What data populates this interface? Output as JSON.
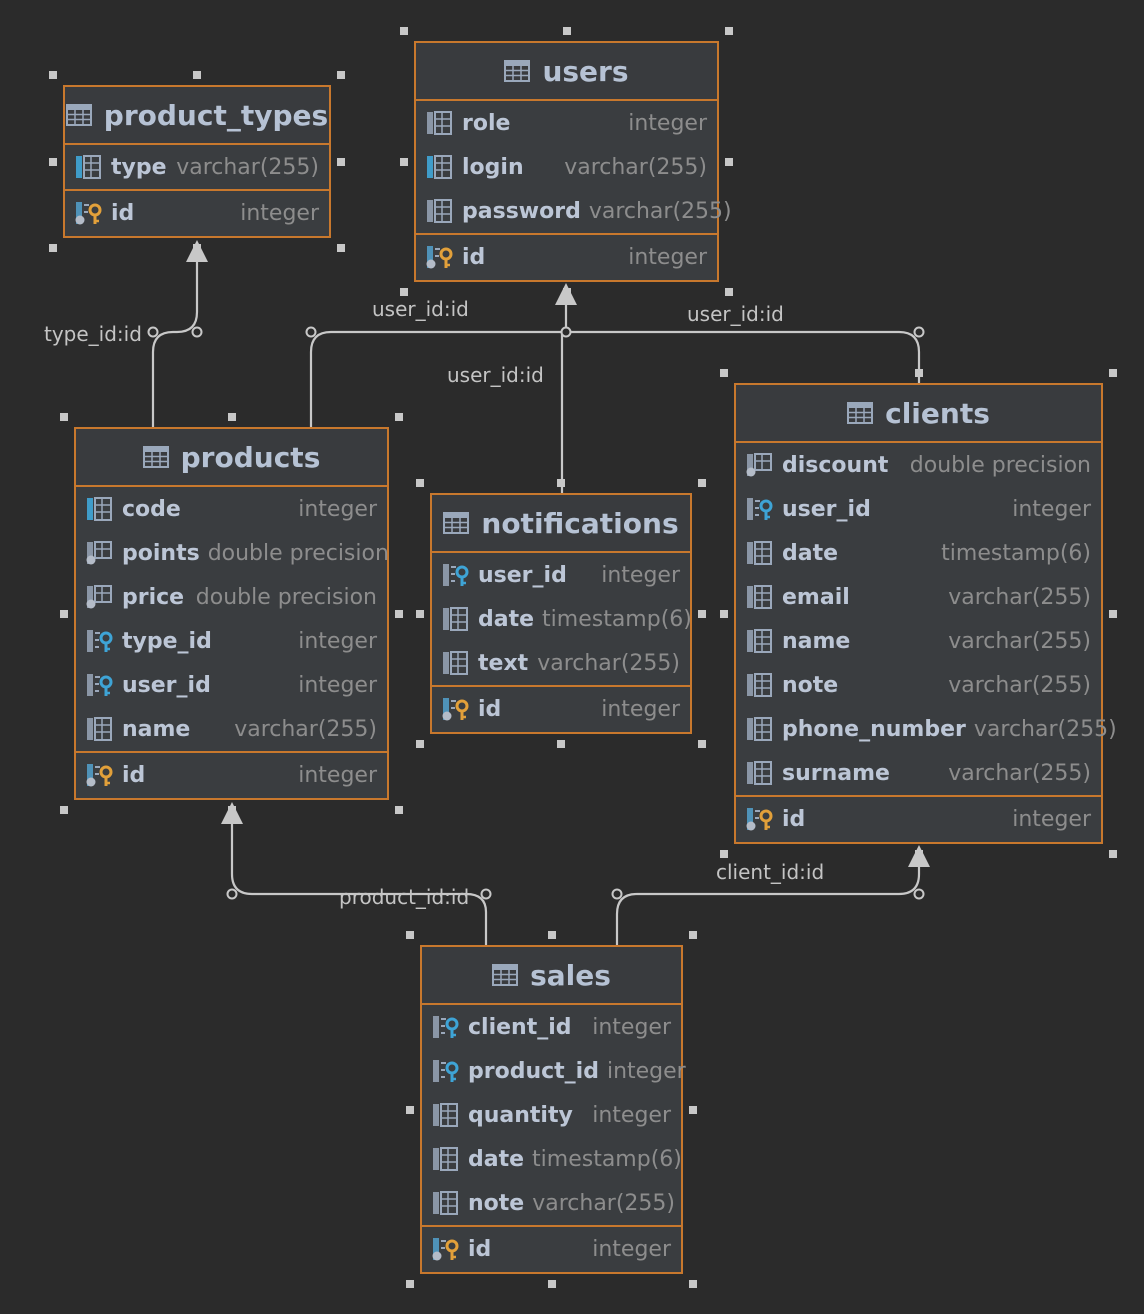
{
  "tables": {
    "product_types": {
      "name": "product_types",
      "columns": [
        {
          "name": "type",
          "type": "varchar(255)",
          "kind": "col-strong"
        }
      ],
      "pk": {
        "name": "id",
        "type": "integer"
      }
    },
    "users": {
      "name": "users",
      "columns": [
        {
          "name": "role",
          "type": "integer",
          "kind": "col"
        },
        {
          "name": "login",
          "type": "varchar(255)",
          "kind": "col-strong"
        },
        {
          "name": "password",
          "type": "varchar(255)",
          "kind": "col"
        }
      ],
      "pk": {
        "name": "id",
        "type": "integer"
      }
    },
    "products": {
      "name": "products",
      "columns": [
        {
          "name": "code",
          "type": "integer",
          "kind": "col-strong"
        },
        {
          "name": "points",
          "type": "double precision",
          "kind": "col-dot"
        },
        {
          "name": "price",
          "type": "double precision",
          "kind": "col-dot"
        },
        {
          "name": "type_id",
          "type": "integer",
          "kind": "fk"
        },
        {
          "name": "user_id",
          "type": "integer",
          "kind": "fk"
        },
        {
          "name": "name",
          "type": "varchar(255)",
          "kind": "col"
        }
      ],
      "pk": {
        "name": "id",
        "type": "integer"
      }
    },
    "notifications": {
      "name": "notifications",
      "columns": [
        {
          "name": "user_id",
          "type": "integer",
          "kind": "fk"
        },
        {
          "name": "date",
          "type": "timestamp(6)",
          "kind": "col"
        },
        {
          "name": "text",
          "type": "varchar(255)",
          "kind": "col"
        }
      ],
      "pk": {
        "name": "id",
        "type": "integer"
      }
    },
    "clients": {
      "name": "clients",
      "columns": [
        {
          "name": "discount",
          "type": "double precision",
          "kind": "col-dot"
        },
        {
          "name": "user_id",
          "type": "integer",
          "kind": "fk"
        },
        {
          "name": "date",
          "type": "timestamp(6)",
          "kind": "col"
        },
        {
          "name": "email",
          "type": "varchar(255)",
          "kind": "col"
        },
        {
          "name": "name",
          "type": "varchar(255)",
          "kind": "col"
        },
        {
          "name": "note",
          "type": "varchar(255)",
          "kind": "col"
        },
        {
          "name": "phone_number",
          "type": "varchar(255)",
          "kind": "col"
        },
        {
          "name": "surname",
          "type": "varchar(255)",
          "kind": "col"
        }
      ],
      "pk": {
        "name": "id",
        "type": "integer"
      }
    },
    "sales": {
      "name": "sales",
      "columns": [
        {
          "name": "client_id",
          "type": "integer",
          "kind": "fk"
        },
        {
          "name": "product_id",
          "type": "integer",
          "kind": "fk"
        },
        {
          "name": "quantity",
          "type": "integer",
          "kind": "col"
        },
        {
          "name": "date",
          "type": "timestamp(6)",
          "kind": "col"
        },
        {
          "name": "note",
          "type": "varchar(255)",
          "kind": "col"
        }
      ],
      "pk": {
        "name": "id",
        "type": "integer"
      }
    }
  },
  "relations": {
    "type_id": "type_id:id",
    "products_user": "user_id:id",
    "notifications_user": "user_id:id",
    "clients_user": "user_id:id",
    "product_id": "product_id:id",
    "client_id": "client_id:id"
  },
  "colors": {
    "background": "#2b2b2b",
    "table_border": "#c8782d",
    "table_fill": "#3a3d40",
    "name_text": "#bcc6d6",
    "type_text": "#8d8d8d",
    "link": "#c8c8c8",
    "fk_key": "#3ea4d6",
    "pk_key": "#e2a03a"
  }
}
